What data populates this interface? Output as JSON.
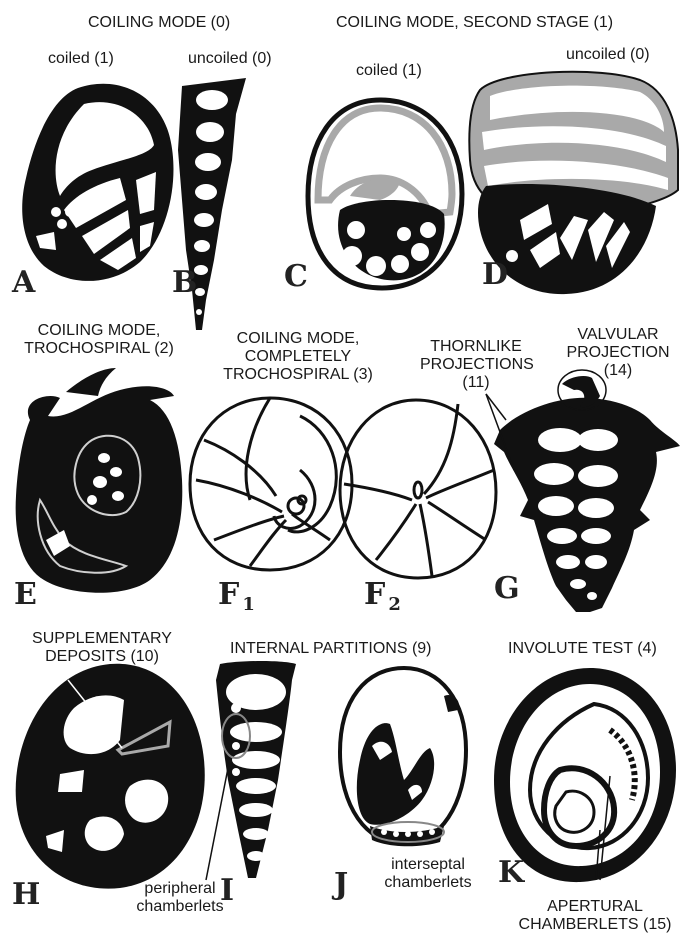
{
  "headings": {
    "coiling_mode": "COILING MODE (0)",
    "coiling_second": "COILING MODE, SECOND STAGE (1)",
    "trochospiral_l1": "COILING MODE,",
    "trochospiral_l2": "TROCHOSPIRAL (2)",
    "complete_l1": "COILING MODE,",
    "complete_l2": "COMPLETELY",
    "complete_l3": "TROCHOSPIRAL (3)",
    "thorn_l1": "THORNLIKE",
    "thorn_l2": "PROJECTIONS",
    "thorn_l3": "(11)",
    "valvular_l1": "VALVULAR",
    "valvular_l2": "PROJECTION",
    "valvular_l3": "(14)",
    "supp_l1": "SUPPLEMENTARY",
    "supp_l2": "DEPOSITS (10)",
    "internal": "INTERNAL PARTITIONS  (9)",
    "involute": "INVOLUTE TEST (4)"
  },
  "states": {
    "coiled_a": "coiled (1)",
    "uncoiled_b": "uncoiled (0)",
    "coiled_c": "coiled (1)",
    "uncoiled_d": "uncoiled (0)"
  },
  "callouts": {
    "peripheral_l1": "peripheral",
    "peripheral_l2": "chamberlets",
    "interseptal_l1": "interseptal",
    "interseptal_l2": "chamberlets",
    "apertural_l1": "APERTURAL",
    "apertural_l2": "CHAMBERLETS (15)"
  },
  "letters": {
    "a": "A",
    "b": "B",
    "c": "C",
    "d": "D",
    "e": "E",
    "f1": "F",
    "f1_sub": "1",
    "f2": "F",
    "f2_sub": "2",
    "g": "G",
    "h": "H",
    "i": "I",
    "j": "J",
    "k": "K"
  },
  "colors": {
    "fill": "#111111",
    "wall_gray": "#a9a9a9",
    "background": "#ffffff"
  }
}
